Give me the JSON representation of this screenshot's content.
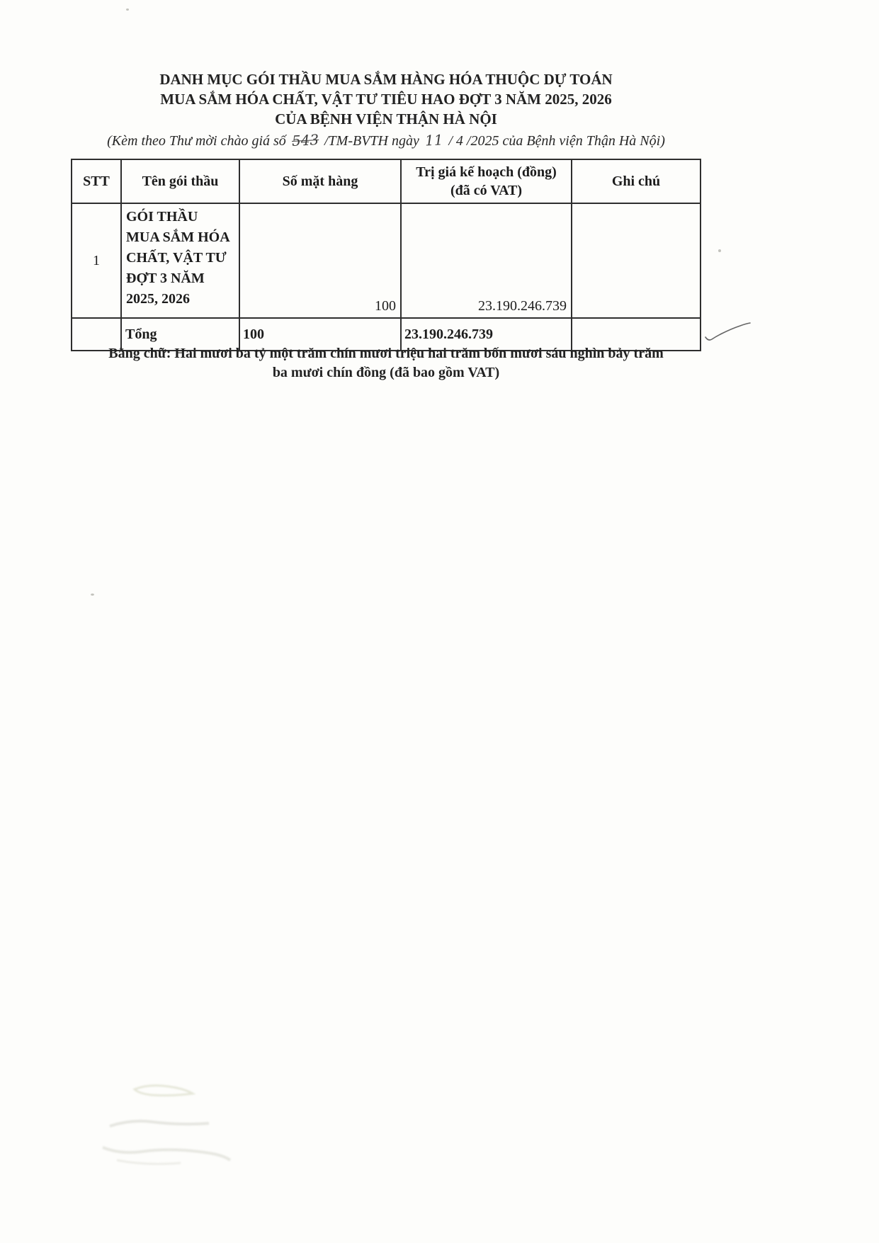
{
  "header": {
    "line1": "DANH MỤC GÓI THẦU MUA SẮM HÀNG HÓA THUỘC DỰ TOÁN",
    "line2": "MUA SẮM HÓA CHẤT, VẬT TƯ TIÊU HAO ĐỢT 3 NĂM 2025, 2026",
    "line3": "CỦA BỆNH VIỆN THẬN HÀ NỘI",
    "note": {
      "prefix": "(Kèm theo Thư mời chào giá số",
      "doc_number": "543",
      "middle": "/TM-BVTH ngày",
      "day": "11",
      "suffix": "/ 4 /2025 của Bệnh viện Thận Hà Nội)"
    }
  },
  "table": {
    "columns": {
      "stt": "STT",
      "name": "Tên gói thầu",
      "quantity": "Số mặt hàng",
      "value_line1": "Trị giá kế hoạch (đồng)",
      "value_line2": "(đã có VAT)",
      "note": "Ghi chú"
    },
    "rows": [
      {
        "stt": "1",
        "name": "GÓI THẦU\nMUA SẮM HÓA\nCHẤT, VẬT TƯ\nĐỢT 3 NĂM\n2025, 2026",
        "quantity": "100",
        "value": "23.190.246.739",
        "note": ""
      }
    ],
    "total": {
      "label": "Tổng",
      "quantity": "100",
      "value": "23.190.246.739",
      "note": ""
    }
  },
  "amount_in_words": {
    "text": "Bằng chữ: Hai mươi ba tỷ một trăm chín mươi triệu hai trăm bốn mươi sáu nghìn bảy trăm\nba mươi chín đồng (đã bao gồm VAT)"
  }
}
